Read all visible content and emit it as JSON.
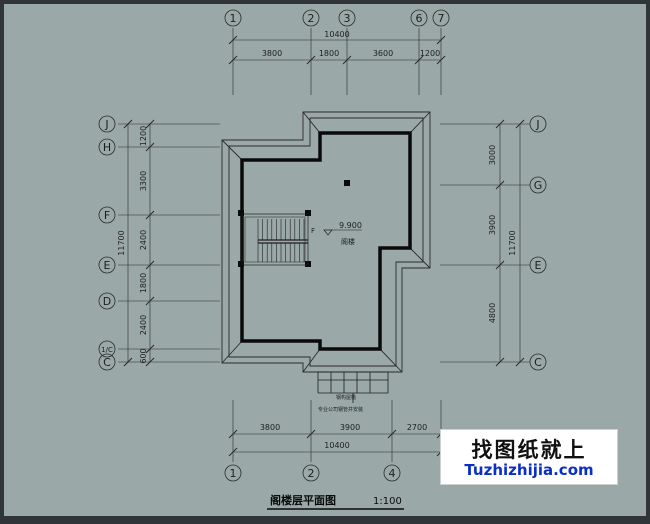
{
  "drawing": {
    "background": "#9aa8a7",
    "frame_color": "#2f3538",
    "title": "阁楼层平面图",
    "scale": "1:100"
  },
  "top_axes": [
    "1",
    "2",
    "3",
    "6",
    "7"
  ],
  "bottom_axes": [
    "1",
    "2",
    "4"
  ],
  "left_axes": [
    "J",
    "H",
    "F",
    "E",
    "D",
    "1/C",
    "C"
  ],
  "right_axes": [
    "J",
    "G",
    "E",
    "C"
  ],
  "dims": {
    "top_total": "10400",
    "top_segments": [
      "3800",
      "1800",
      "3600",
      "1200"
    ],
    "bottom_segments": [
      "3800",
      "3900",
      "2700"
    ],
    "bottom_total": "10400",
    "left_segments": [
      "1200",
      "3300",
      "2400",
      "1800",
      "2400",
      "600"
    ],
    "left_total": "11700",
    "right_segments": [
      "3000",
      "3900",
      "4800"
    ],
    "right_total": "11700"
  },
  "annotations": {
    "elevation": "9.900",
    "room": "阁楼",
    "stair_mark": "F",
    "note_line1": "钢构屋檐",
    "note_line2": "专业公司钢管并安装"
  },
  "watermark": {
    "text_cn": "找图纸就上",
    "url": "Tuzhizhijia.com"
  }
}
